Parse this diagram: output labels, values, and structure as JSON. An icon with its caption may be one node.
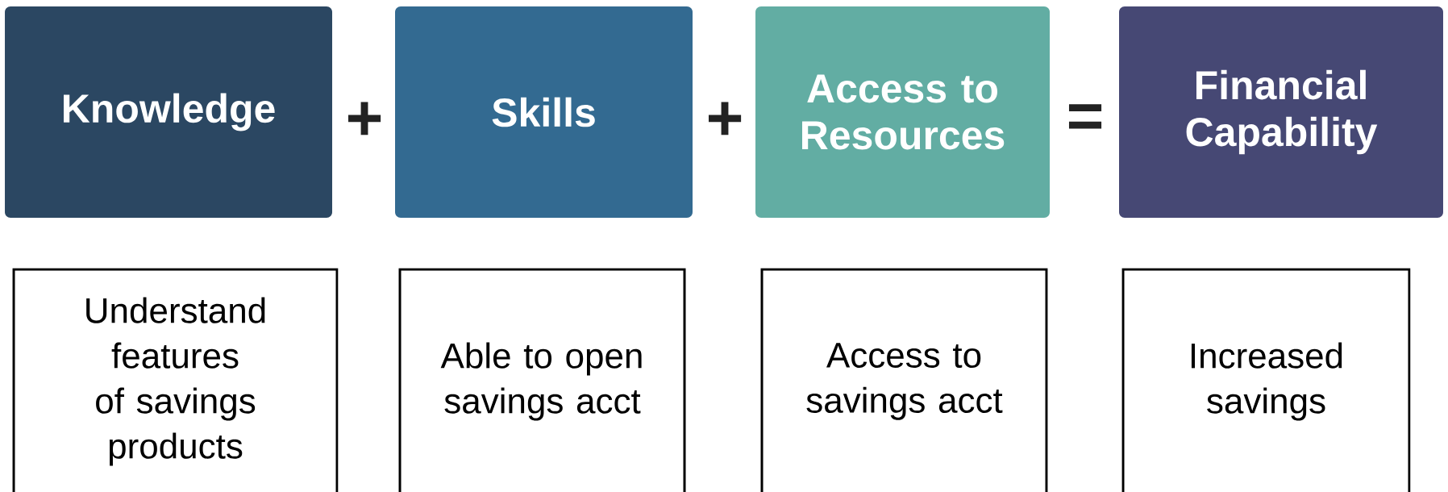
{
  "diagram": {
    "nodes": [
      {
        "text": [
          "Knowledge"
        ]
      },
      {
        "text": [
          "Skills"
        ]
      },
      {
        "text": [
          "Access to Resources"
        ]
      },
      {
        "text": [
          "Financial Capability"
        ]
      },
      {
        "text": [
          "Understand features of savings products"
        ]
      },
      {
        "text": [
          "Able to open savings acct"
        ]
      },
      {
        "text": [
          "Access to savings acct"
        ]
      },
      {
        "text": [
          "Increased savings"
        ]
      }
    ],
    "labels": [
      "+",
      "+",
      "="
    ]
  }
}
